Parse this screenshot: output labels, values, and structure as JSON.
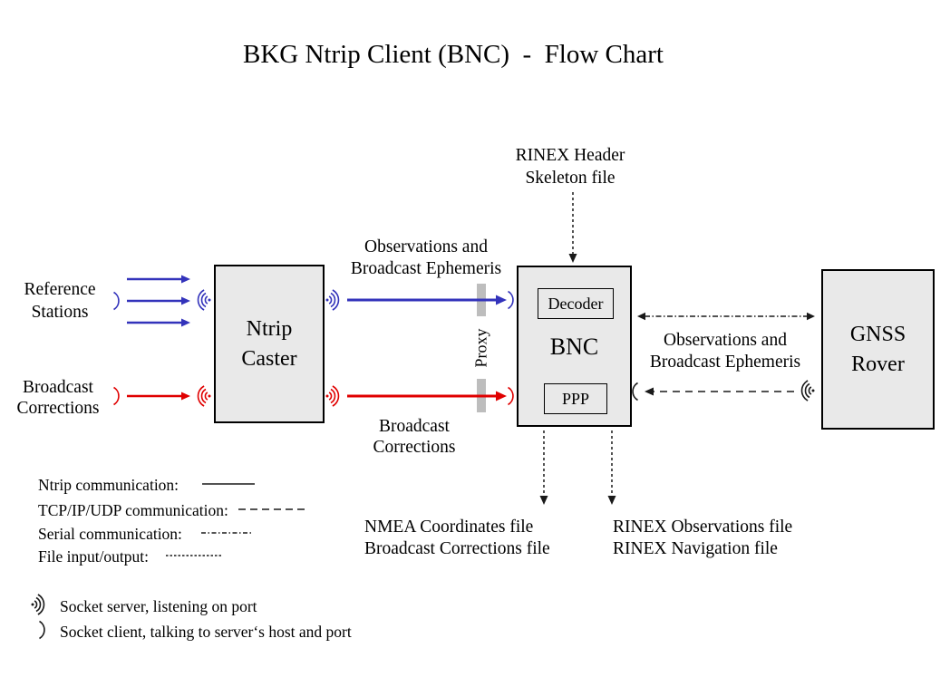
{
  "title": "BKG Ntrip Client (BNC)  -  Flow Chart",
  "boxes": {
    "ntrip_caster": {
      "line1": "Ntrip",
      "line2": "Caster"
    },
    "bnc": {
      "label": "BNC",
      "decoder": "Decoder",
      "ppp": "PPP"
    },
    "gnss_rover": {
      "line1": "GNSS",
      "line2": "Rover"
    }
  },
  "labels": {
    "reference_stations": {
      "line1": "Reference",
      "line2": "Stations"
    },
    "broadcast_corrections_input": {
      "line1": "Broadcast",
      "line2": "Corrections"
    },
    "obs_ephemeris_caster": {
      "line1": "Observations and",
      "line2": "Broadcast Ephemeris"
    },
    "rinex_header": {
      "line1": "RINEX Header",
      "line2": "Skeleton file"
    },
    "proxy": "Proxy",
    "broadcast_corrections_stream": {
      "line1": "Broadcast",
      "line2": "Corrections"
    },
    "obs_ephemeris_rover": {
      "line1": "Observations and",
      "line2": "Broadcast Ephemeris"
    },
    "nmea_files": {
      "line1": "NMEA Coordinates file",
      "line2": "Broadcast Corrections file"
    },
    "rinex_files": {
      "line1": "RINEX Observations file",
      "line2": "RINEX Navigation file"
    }
  },
  "legend": {
    "rows": [
      {
        "label": "Ntrip communication:",
        "style": "solid"
      },
      {
        "label": "TCP/IP/UDP communication:",
        "style": "dashed"
      },
      {
        "label": "Serial communication:",
        "style": "dash-dot"
      },
      {
        "label": "File input/output:",
        "style": "fine-dash"
      }
    ]
  },
  "socket_legend": {
    "server": "Socket server, listening on port",
    "client": "Socket client, talking to server‘s host and port"
  },
  "icons": {
    "socket_server": "socket-server-icon",
    "socket_client": "socket-client-icon"
  },
  "colors": {
    "ntrip_blue": "#3333BB",
    "corrections_red": "#E00000",
    "box_fill": "#E9E9E9",
    "proxy_gray": "#BDBDBD",
    "line_black": "#1A1A1A"
  }
}
